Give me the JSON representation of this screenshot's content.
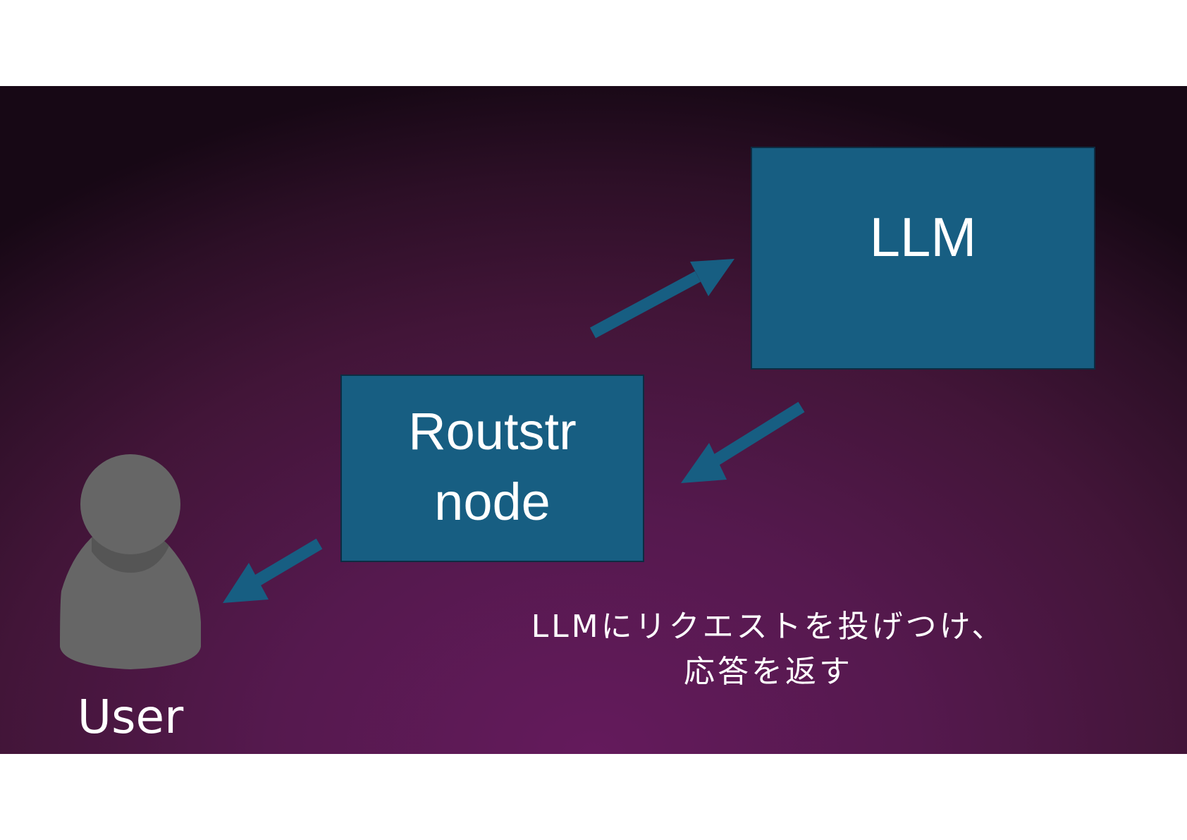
{
  "diagram": {
    "llm_box": {
      "label": "LLM"
    },
    "routstr_box": {
      "label_line1": "Routstr",
      "label_line2": "node"
    },
    "user": {
      "label": "User"
    },
    "caption": {
      "line1": "LLMにリクエストを投げつけ、",
      "line2": "応答を返す"
    }
  },
  "colors": {
    "background_center": "#641a5c",
    "background_edge": "#170815",
    "box_fill": "#175e82",
    "arrow_fill": "#175e82",
    "user_icon": "#666666",
    "text": "#ffffff"
  },
  "icons": [
    "user-icon",
    "arrow-right-up-icon",
    "arrow-left-down-icon"
  ]
}
